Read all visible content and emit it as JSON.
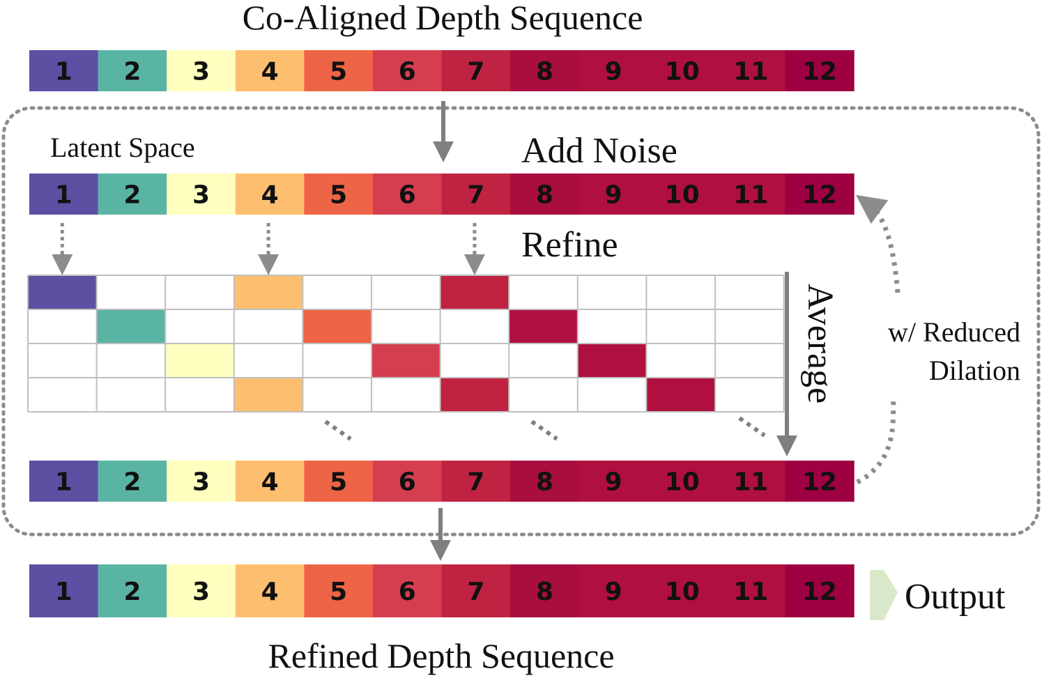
{
  "title_top": "Co-Aligned Depth Sequence",
  "title_bottom": "Refined Depth Sequence",
  "label_latent": "Latent Space",
  "label_add_noise": "Add Noise",
  "label_refine": "Refine",
  "label_average": "Average",
  "label_loop_line1": "w/ Reduced",
  "label_loop_line2": "Dilation",
  "label_output": "Output",
  "frames": [
    "1",
    "2",
    "3",
    "4",
    "5",
    "6",
    "7",
    "8",
    "9",
    "10",
    "11",
    "12"
  ],
  "frame_colors": [
    "#5E4FA2",
    "#5AB4A4",
    "#FFFFBF",
    "#FDBF6F",
    "#EE6446",
    "#D53E4F",
    "#C02342",
    "#A80E3E",
    "#B0103F",
    "#B0103F",
    "#B0103F",
    "#9E0142"
  ],
  "grid": {
    "rows": 4,
    "cols": 11,
    "filled": [
      {
        "row": 0,
        "col": 0,
        "color": "#5E4FA2"
      },
      {
        "row": 0,
        "col": 3,
        "color": "#FDBF6F"
      },
      {
        "row": 0,
        "col": 6,
        "color": "#C02342"
      },
      {
        "row": 1,
        "col": 1,
        "color": "#5AB4A4"
      },
      {
        "row": 1,
        "col": 4,
        "color": "#EE6446"
      },
      {
        "row": 1,
        "col": 7,
        "color": "#B0103F"
      },
      {
        "row": 2,
        "col": 2,
        "color": "#FFFFBF"
      },
      {
        "row": 2,
        "col": 5,
        "color": "#D53E4F"
      },
      {
        "row": 2,
        "col": 8,
        "color": "#B0103F"
      },
      {
        "row": 3,
        "col": 3,
        "color": "#FDBF6F"
      },
      {
        "row": 3,
        "col": 6,
        "color": "#C02342"
      },
      {
        "row": 3,
        "col": 9,
        "color": "#B0103F"
      }
    ]
  },
  "refine_arrow_cols": [
    0,
    3,
    6
  ],
  "colors": {
    "arrow": "#7f7f7f",
    "dotted": "#8c8c8c",
    "grid_line": "#bfbfbf",
    "output_arrow": "#d9e8c8"
  }
}
